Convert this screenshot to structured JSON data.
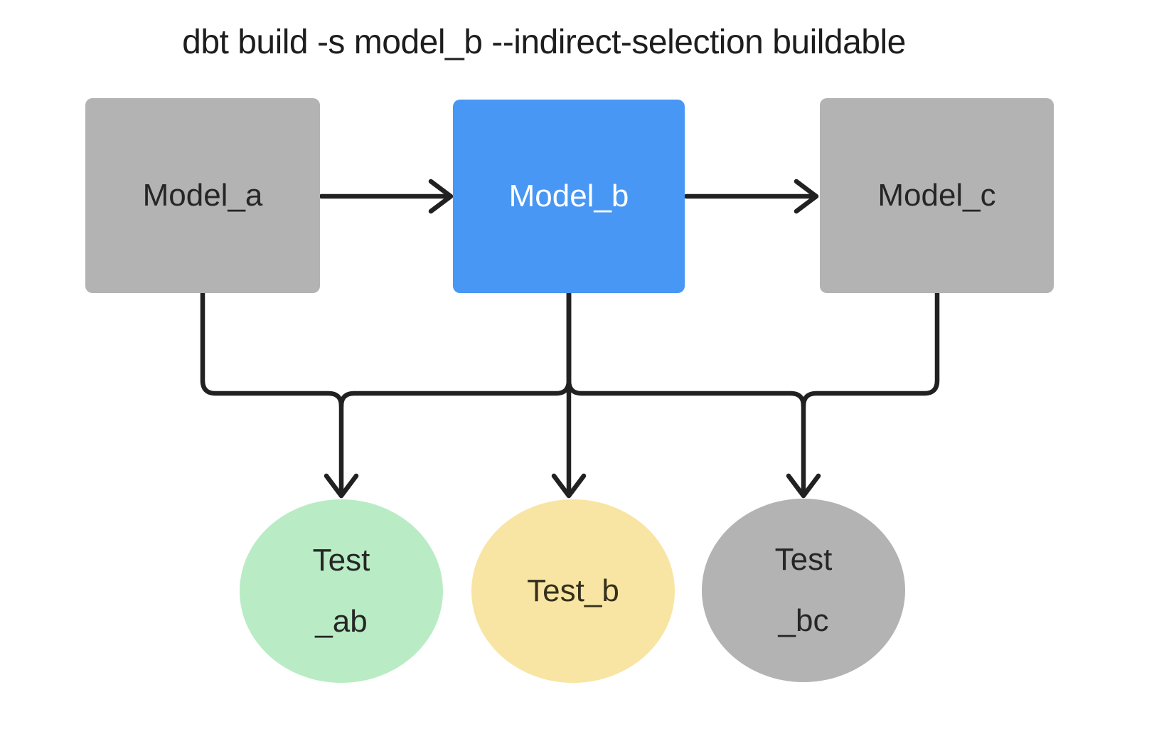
{
  "diagram": {
    "title": "dbt build -s model_b --indirect-selection buildable",
    "colors": {
      "selected": "#4897f4",
      "unselected": "#b3b3b3",
      "test_green": "#b9ecc5",
      "test_yellow": "#f8e5a3",
      "edge": "#212121"
    },
    "nodes": {
      "model_a": {
        "label": "Model_a",
        "type": "model",
        "state": "unselected"
      },
      "model_b": {
        "label": "Model_b",
        "type": "model",
        "state": "selected"
      },
      "model_c": {
        "label": "Model_c",
        "type": "model",
        "state": "unselected"
      },
      "test_ab": {
        "line1": "Test",
        "line2": "_ab",
        "type": "test",
        "state": "green"
      },
      "test_b": {
        "line1": "Test_b",
        "type": "test",
        "state": "yellow"
      },
      "test_bc": {
        "line1": "Test",
        "line2": "_bc",
        "type": "test",
        "state": "unselected"
      }
    },
    "edges": [
      "model_a -> model_b",
      "model_b -> model_c",
      "model_a -> test_ab",
      "model_b -> test_ab",
      "model_b -> test_b",
      "model_b -> test_bc",
      "model_c -> test_bc"
    ]
  }
}
